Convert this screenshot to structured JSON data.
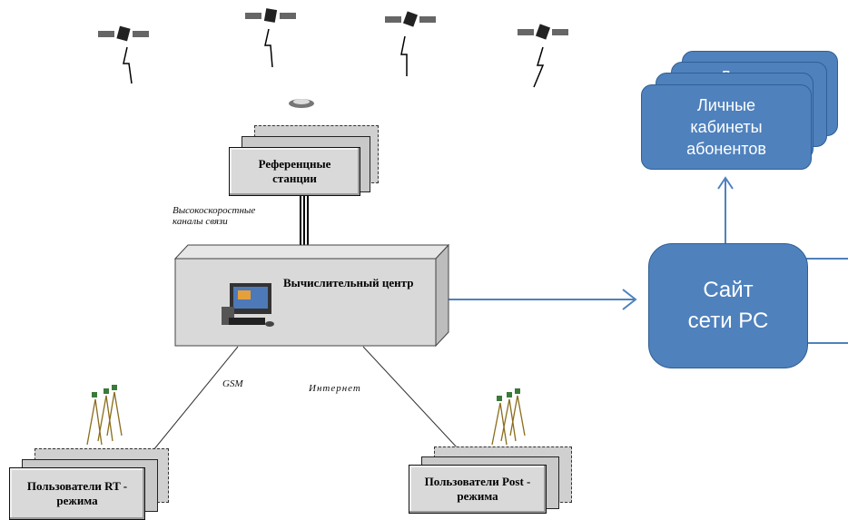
{
  "diagram": {
    "reference_stations": "Референцные станции",
    "high_speed_channels": "Высокоскоростные каналы связи",
    "computing_center": "Вычислительный центр",
    "gsm": "GSM",
    "internet": "Интернет",
    "users_rt": "Пользователи RT - режима",
    "users_post": "Пользователи Post - режима",
    "site": "Сайт сети РС",
    "cabinets": "Личные кабинеты абонентов",
    "back_card_partial": "Личные"
  },
  "icons": [
    "satellite-icon",
    "lightning-icon",
    "gnss-antenna-icon",
    "computer-icon",
    "surveying-tripod-icon"
  ],
  "colors": {
    "accent_blue": "#4f81bd",
    "line_blue": "#4f81bd",
    "gray_card": "#d9d9d9"
  }
}
